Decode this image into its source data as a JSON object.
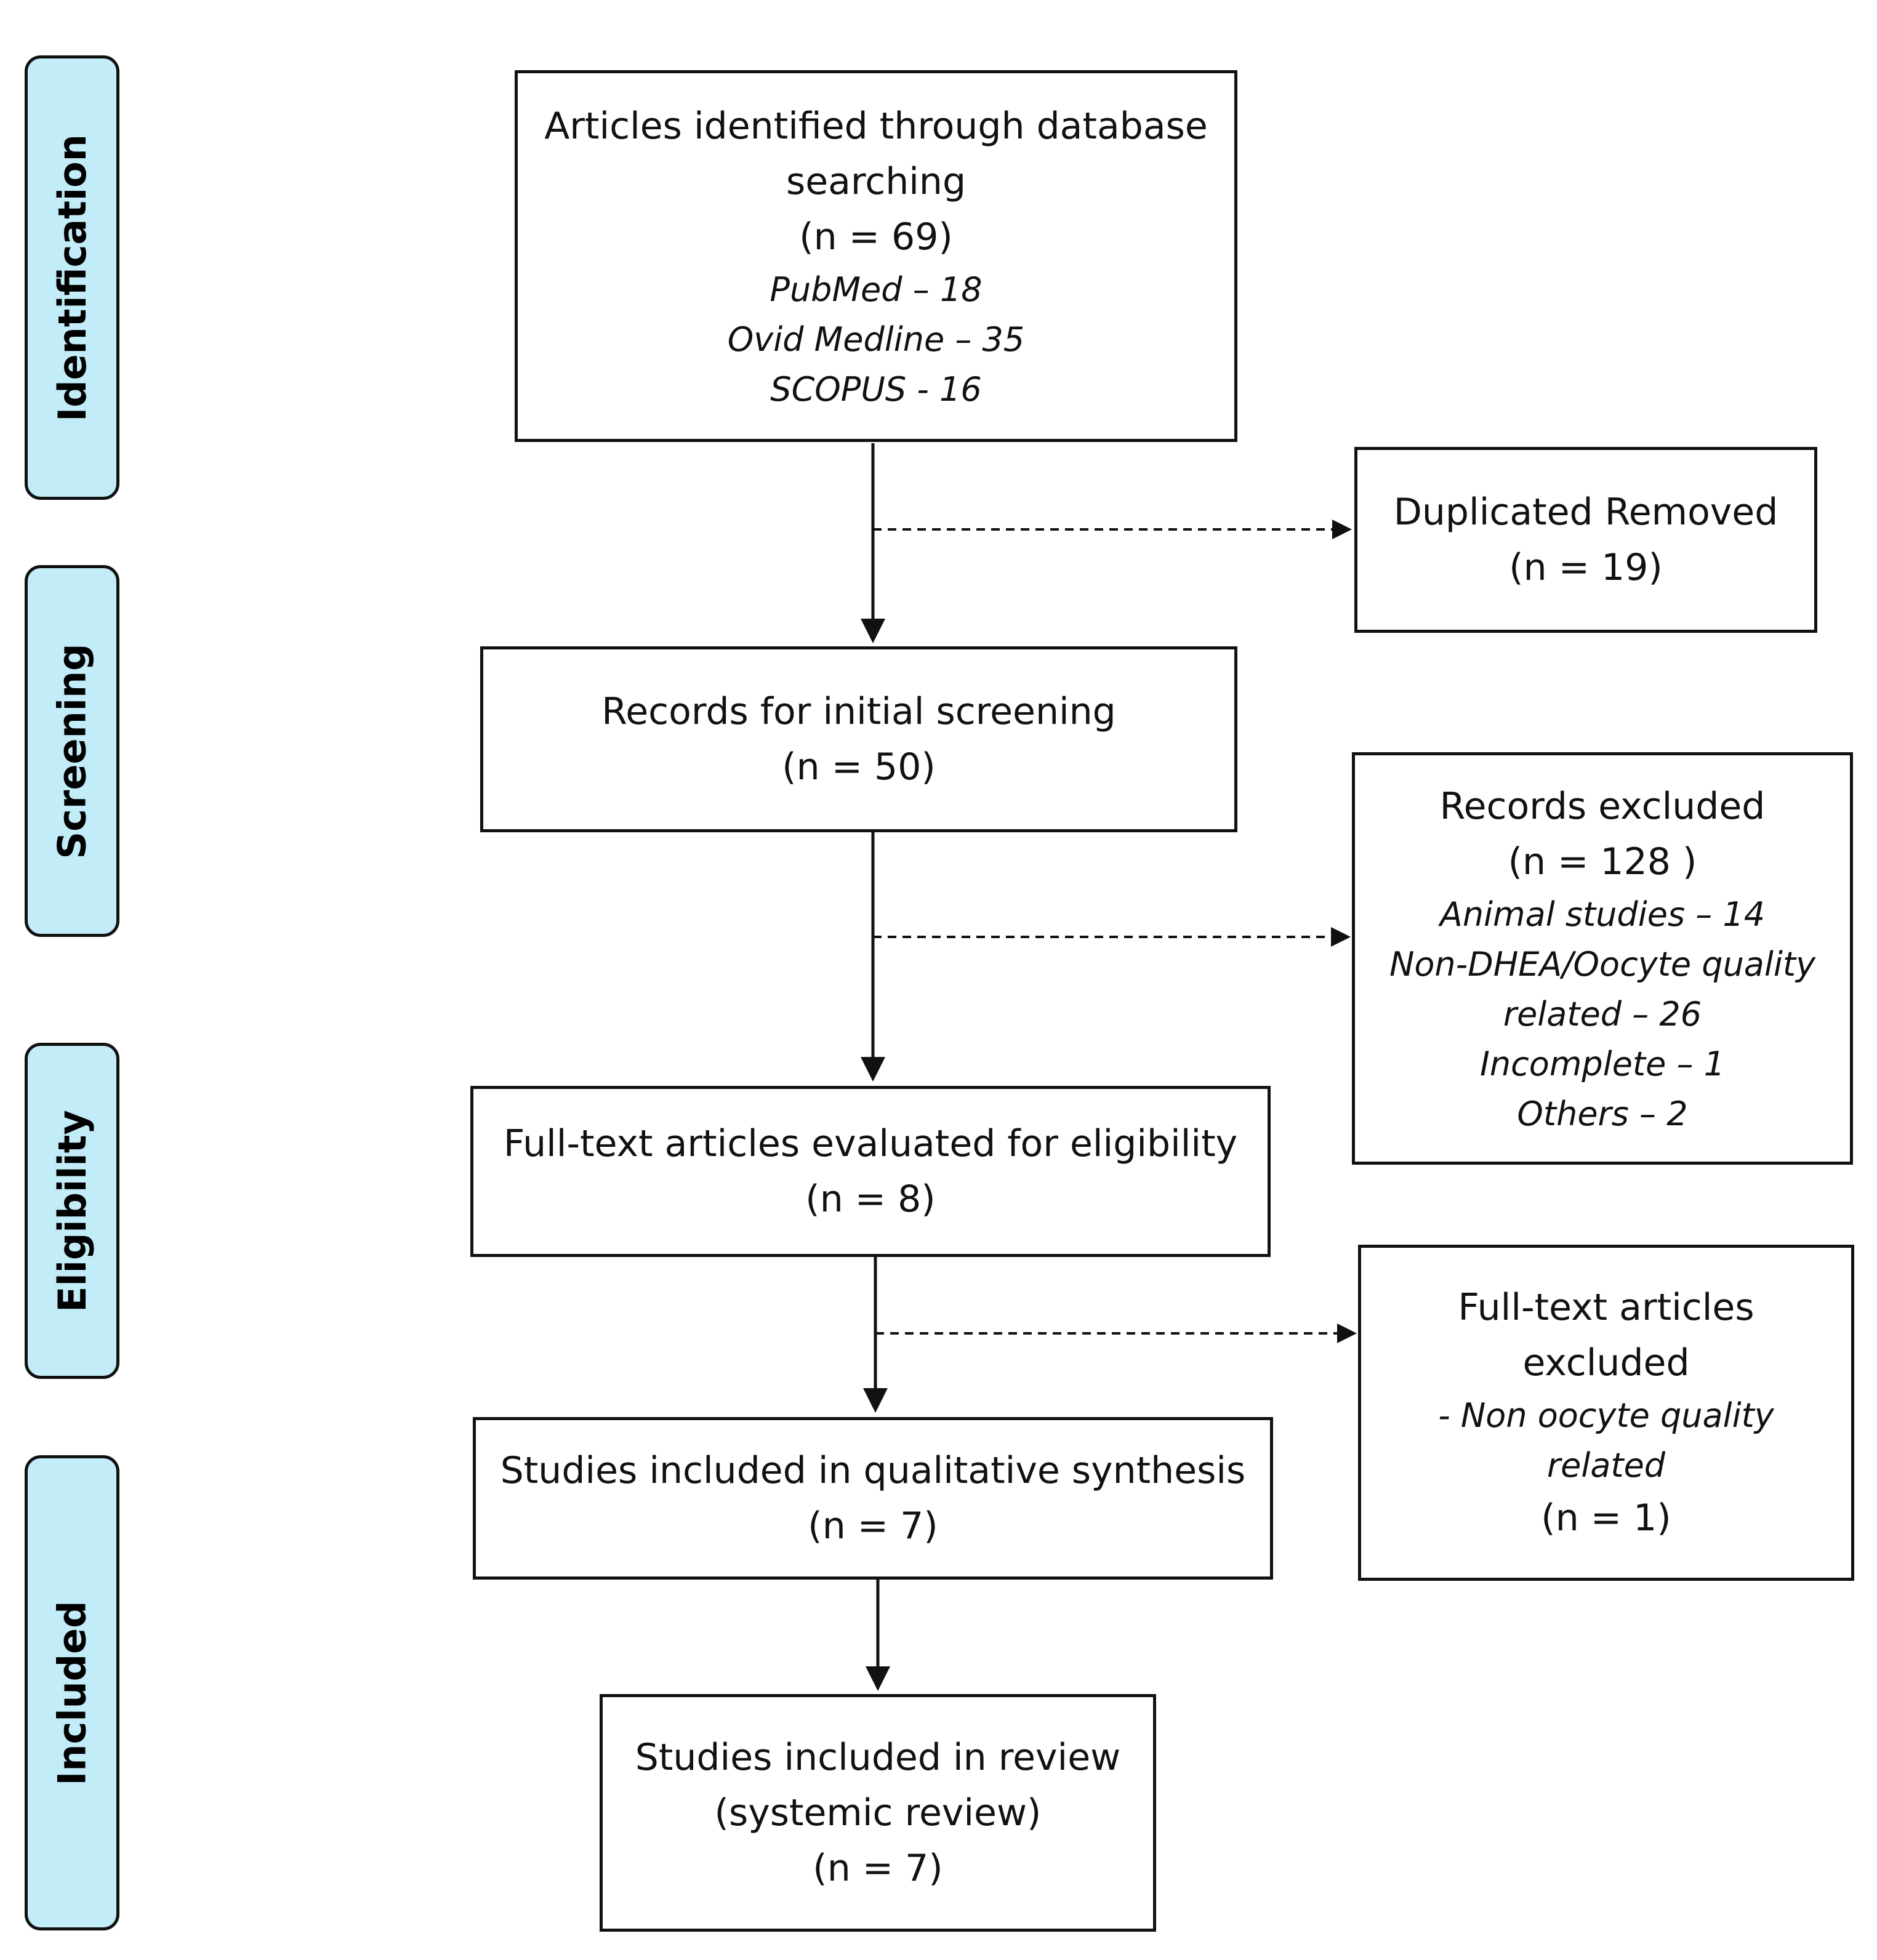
{
  "stages": {
    "identification": "Identification",
    "screening": "Screening",
    "eligibility": "Eligibility",
    "included": "Included"
  },
  "identified": {
    "line1": "Articles identified through database",
    "line2": "searching",
    "count": "(n = 69)",
    "sources": [
      "PubMed – 18",
      "Ovid Medline – 35",
      "SCOPUS - 16"
    ]
  },
  "duplicates": {
    "line1": "Duplicated Removed",
    "count": "(n = 19)"
  },
  "screened": {
    "line1": "Records for initial screening",
    "count": "(n = 50)"
  },
  "records_excluded": {
    "line1": "Records excluded",
    "count": "(n = 128  )",
    "reasons": [
      "Animal studies – 14",
      "Non-DHEA/Oocyte quality",
      "related – 26",
      "Incomplete – 1",
      "Others – 2"
    ]
  },
  "fulltext": {
    "line1": "Full-text articles evaluated for eligibility",
    "count": "(n =  8)"
  },
  "fulltext_excluded": {
    "line1": "Full-text articles",
    "line2": "excluded",
    "reasons": [
      "- Non oocyte quality",
      "related"
    ],
    "count": "(n = 1)"
  },
  "qualitative": {
    "line1": "Studies included in qualitative synthesis",
    "count": "(n = 7)"
  },
  "review": {
    "line1": "Studies included in review",
    "line2": "(systemic review)",
    "count": "(n = 7)"
  }
}
